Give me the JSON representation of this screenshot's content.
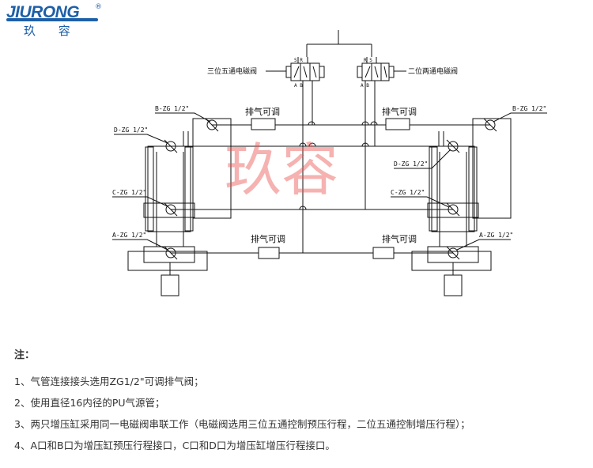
{
  "logo": {
    "wordmark": "JIURONG",
    "registered": "®",
    "chinese": "玖  容"
  },
  "labels": {
    "left_valve": "三位五通电磁阀",
    "right_valve": "二位两通电磁阀",
    "vent_top_left": "排气可调",
    "vent_top_right": "排气可调",
    "vent_bottom_left": "排气可调",
    "vent_bottom_right": "排气可调",
    "left_b": "B-ZG 1/2\"",
    "left_d": "D-ZG 1/2\"",
    "left_c": "C-ZG 1/2\"",
    "left_a": "A-ZG 1/2\"",
    "right_b": "B-ZG 1/2\"",
    "right_d": "D-ZG 1/2\"",
    "right_c": "C-ZG 1/2\"",
    "right_a": "A-ZG 1/2\"",
    "valve_ports_left": "S R",
    "valve_ports_right": "R S",
    "valve_bottom_left": "A B",
    "valve_bottom_right": "A B"
  },
  "watermark": "玖容",
  "notes": {
    "title": "注：",
    "items": [
      "1、气管连接接头选用ZG1/2\"可调排气阀；",
      "2、使用直径16内径的PU气源管；",
      "3、两只增压缸采用同一电磁阀串联工作（电磁阀选用三位五通控制预压行程，二位五通控制增压行程）；",
      "4、A口和B口为增压缸预压行程接口，C口和D口为增压缸增压行程接口。"
    ]
  },
  "colors": {
    "brand": "#1d5fa8",
    "watermark": "#e8544f",
    "line": "#111111"
  }
}
